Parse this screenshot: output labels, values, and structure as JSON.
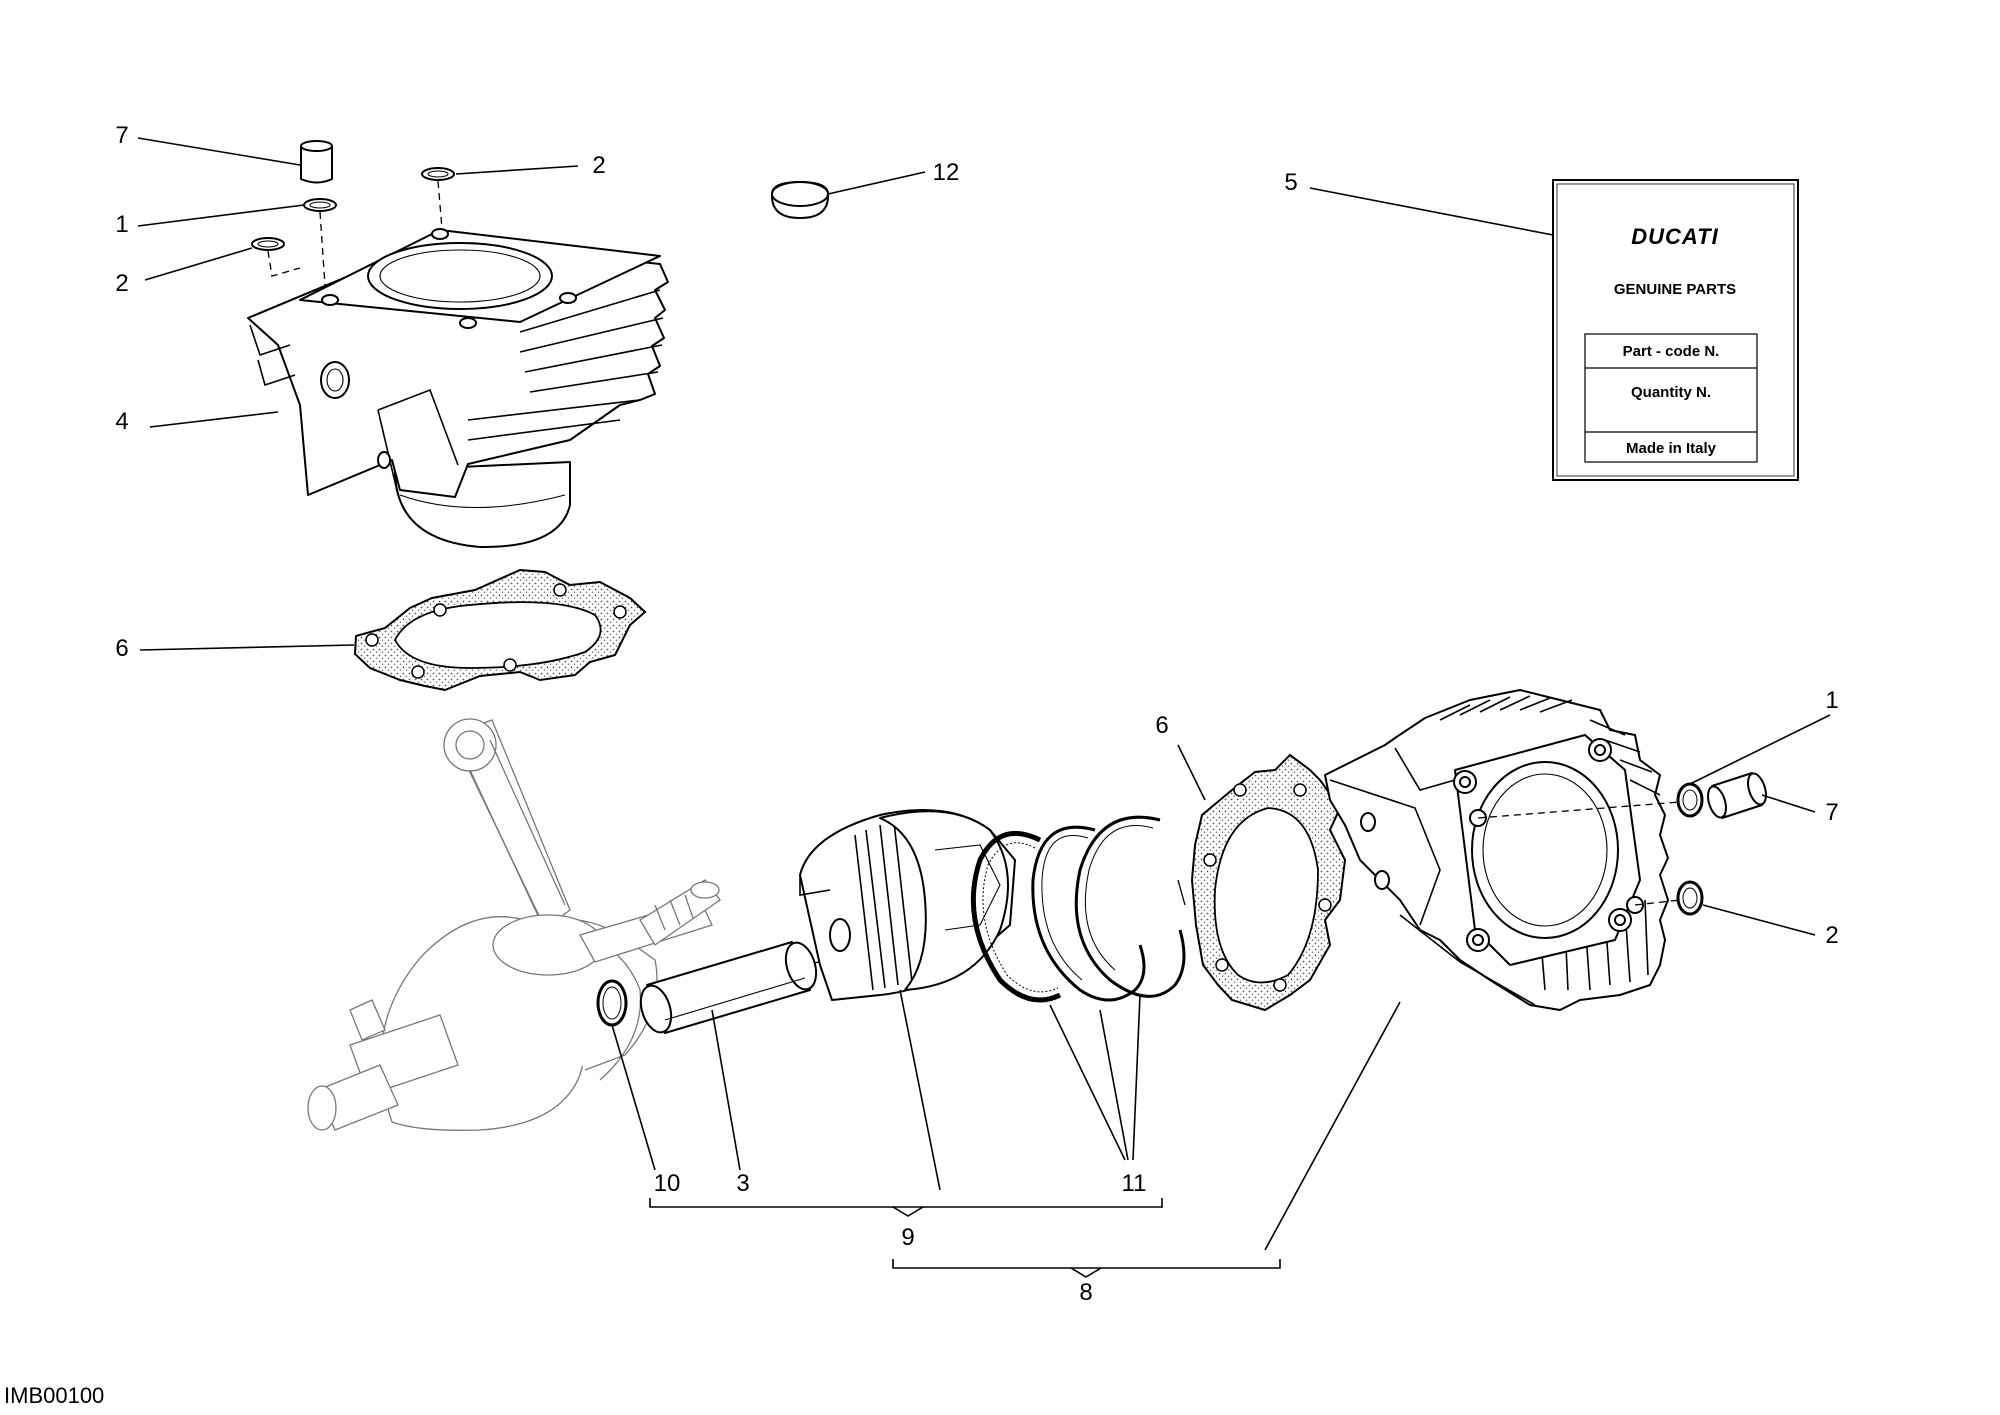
{
  "labels": {
    "top_7": "7",
    "top_1": "1",
    "top_2_left": "2",
    "top_2_right": "2",
    "top_4": "4",
    "top_6": "6",
    "item_12": "12",
    "item_5": "5",
    "right_6": "6",
    "right_1": "1",
    "right_7": "7",
    "right_2": "2",
    "bottom_10": "10",
    "bottom_3": "3",
    "bottom_11": "11",
    "group_9": "9",
    "group_8": "8"
  },
  "card": {
    "brand": "DUCATI",
    "heading": "GENUINE PARTS",
    "field_part_code": "Part - code N.",
    "field_quantity": "Quantity N.",
    "field_origin": "Made in Italy"
  },
  "footer": {
    "image_code": "IMB00100"
  }
}
